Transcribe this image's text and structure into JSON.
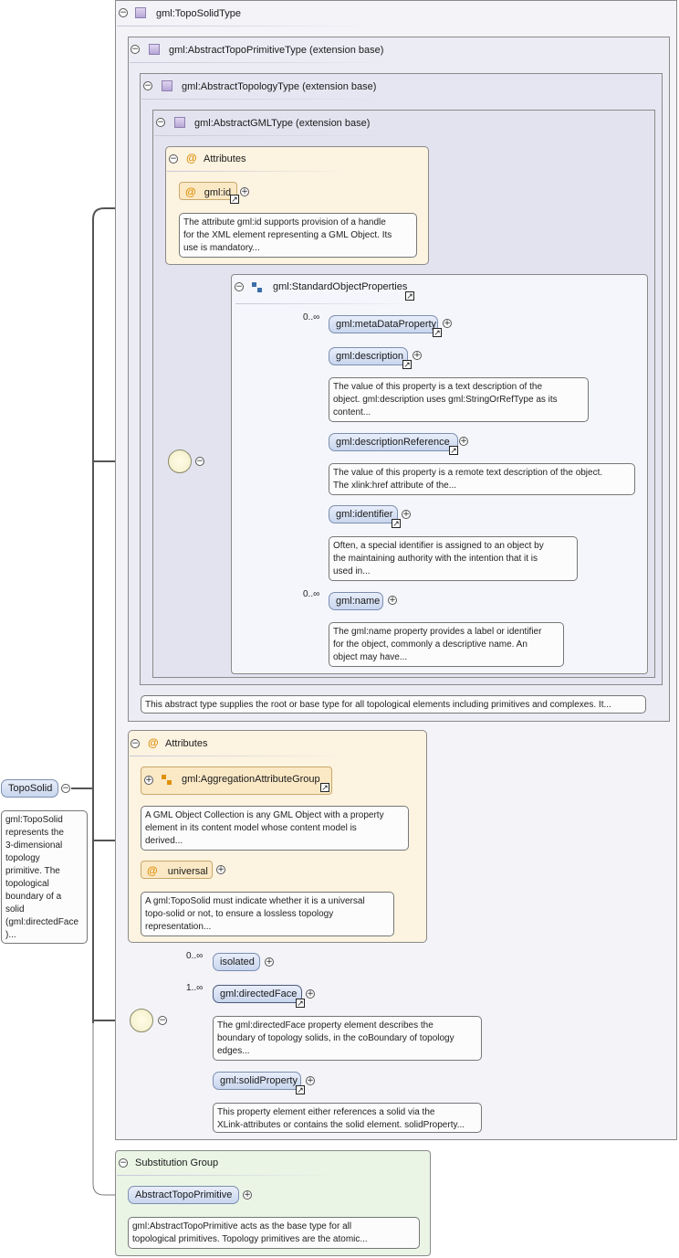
{
  "root": {
    "name": "TopoSolid",
    "doc": "gml:TopoSolid\nrepresents the\n3-dimensional\ntopology\nprimitive.  The\ntopological\nboundary of a\nsolid\n(gml:directedFace\n)..."
  },
  "types": {
    "topo_solid": "gml:TopoSolidType",
    "primitive": "gml:AbstractTopoPrimitiveType (extension base)",
    "topology": "gml:AbstractTopologyType (extension base)",
    "gml": "gml:AbstractGMLType (extension base)",
    "topology_note": "This abstract type supplies the root or base type for all topological elements including primitives and complexes. It..."
  },
  "gml_attributes": {
    "title": "Attributes",
    "id_label": "gml:id",
    "id_note": "The attribute gml:id supports provision of a handle\nfor the XML element representing a GML Object. Its\nuse is mandatory..."
  },
  "standard_props": {
    "title": "gml:StandardObjectProperties",
    "card_meta": "0..∞",
    "meta": "gml:metaDataProperty",
    "description": "gml:description",
    "description_note": "The value of this property is a text description of the\nobject. gml:description uses gml:StringOrRefType as its\ncontent...",
    "description_ref": "gml:descriptionReference",
    "description_ref_note": "The value of this property is a remote text description of the object.\nThe xlink:href attribute of the...",
    "identifier": "gml:identifier",
    "identifier_note": "Often, a special identifier is assigned to an object by\nthe maintaining authority with the intention that it is\nused in...",
    "card_name": "0..∞",
    "name": "gml:name",
    "name_note": "The gml:name property provides a label or identifier\nfor the object, commonly a descriptive name. An\nobject may have..."
  },
  "topo_attributes": {
    "title": "Attributes",
    "group": "gml:AggregationAttributeGroup",
    "group_note": "A GML Object Collection is any GML Object with a property\nelement in its content model whose content model is\nderived...",
    "universal": "universal",
    "universal_note": "A gml:TopoSolid must indicate whether it is a universal\ntopo-solid or not, to ensure a lossless topology\nrepresentation..."
  },
  "sequence": {
    "card_isolated": "0..∞",
    "isolated": "isolated",
    "card_face": "1..∞",
    "directed_face": "gml:directedFace",
    "directed_face_note": "The gml:directedFace property element describes the\nboundary of topology solids, in the coBoundary of topology\nedges...",
    "solid_property": "gml:solidProperty",
    "solid_property_note": "This property element either references a solid via the\nXLink-attributes or contains the solid element. solidProperty..."
  },
  "substitution": {
    "title": "Substitution Group",
    "element": "AbstractTopoPrimitive",
    "note": "gml:AbstractTopoPrimitive acts as the base type for all\ntopological primitives. Topology primitives are the atomic..."
  },
  "symbols": {
    "collapse": "−",
    "expand": "+",
    "link": "↗",
    "attr": "@"
  }
}
